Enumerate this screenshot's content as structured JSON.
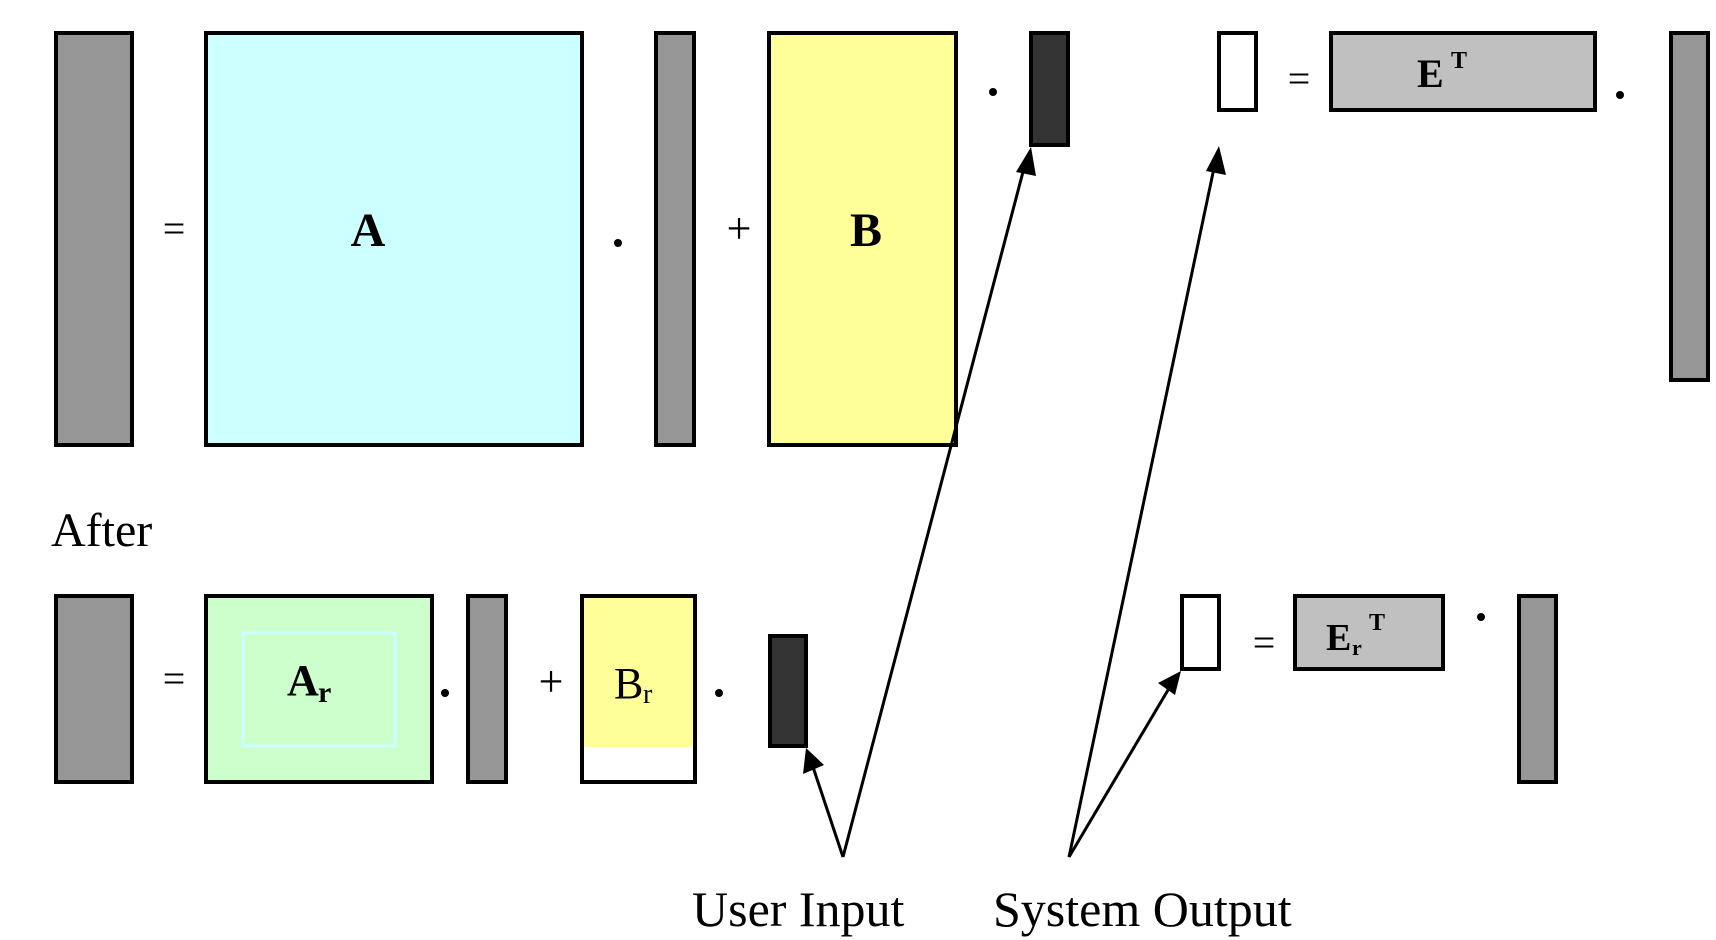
{
  "diagram": {
    "colors": {
      "state_vector": "#969696",
      "matrix_a": "#ccffff",
      "matrix_b": "#ffff99",
      "input_vector": "#333333",
      "output_vector": "#ffffff",
      "matrix_e": "#c0c0c0",
      "matrix_ar": "#ccffcc",
      "ar_inner_outline": "#ccffff"
    },
    "before": {
      "equation": {
        "lhs": "state-vector",
        "equals": "=",
        "matrix_a_label": "A",
        "multiply_1": "·",
        "plus": "+",
        "matrix_b_label": "B",
        "multiply_2": "·"
      },
      "output_equation": {
        "equals": "=",
        "matrix_e_label": "E",
        "matrix_e_superscript": "T",
        "multiply": "·"
      }
    },
    "section_label": "After",
    "after": {
      "equation": {
        "equals": "=",
        "matrix_ar_label": "A",
        "matrix_ar_subscript": "r",
        "multiply_1": "·",
        "plus": "+",
        "matrix_br_label": "B",
        "matrix_br_subscript": "r",
        "multiply_2": "·"
      },
      "output_equation": {
        "equals": "=",
        "matrix_er_label": "E",
        "matrix_er_subscript": "r",
        "matrix_er_superscript": "T",
        "multiply": "·"
      }
    },
    "annotations": {
      "user_input": "User Input",
      "system_output": "System Output"
    }
  }
}
